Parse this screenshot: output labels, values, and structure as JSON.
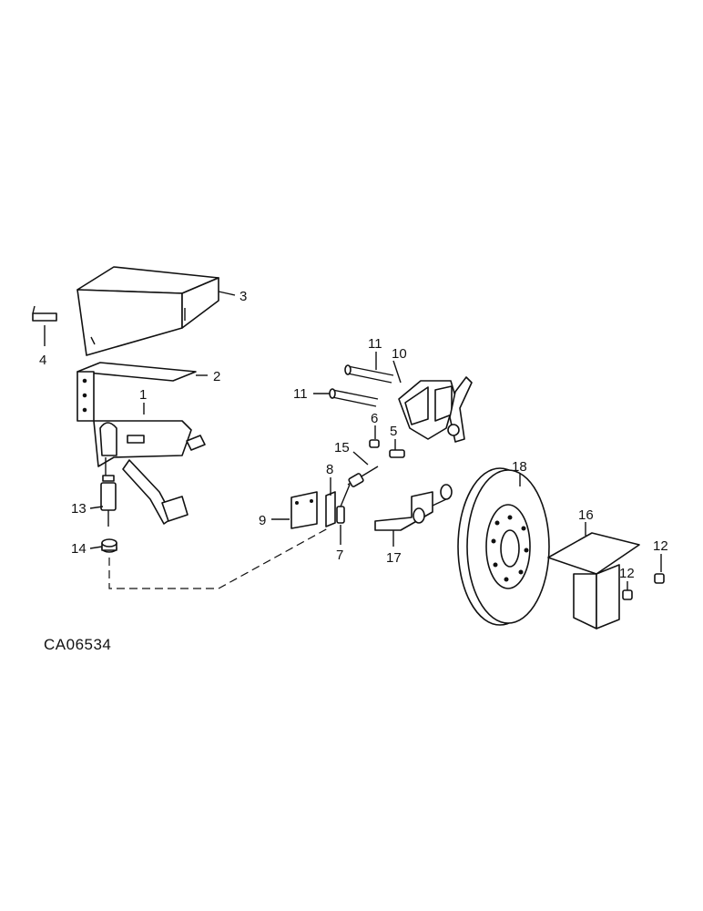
{
  "drawing_code": "CA06534",
  "callouts": {
    "c1": "1",
    "c2": "2",
    "c3": "3",
    "c4": "4",
    "c5": "5",
    "c6": "6",
    "c7": "7",
    "c8": "8",
    "c9": "9",
    "c10": "10",
    "c11a": "11",
    "c11b": "11",
    "c12a": "12",
    "c12b": "12",
    "c13": "13",
    "c14": "14",
    "c15": "15",
    "c16": "16",
    "c17": "17",
    "c18": "18"
  }
}
